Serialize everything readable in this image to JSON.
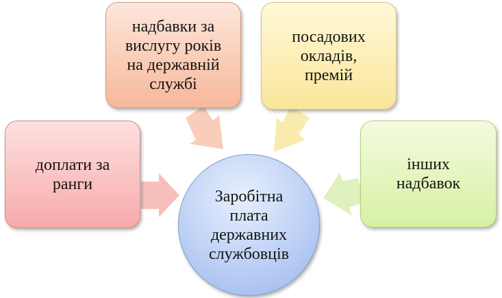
{
  "diagram": {
    "center": {
      "lines": [
        "Заробітна",
        "плата",
        "державних",
        "службовців"
      ],
      "color": "#b9cdf4"
    },
    "nodes": {
      "ranks": {
        "lines": [
          "доплати за",
          "ранги"
        ],
        "color": "#f8aaaa"
      },
      "service": {
        "lines": [
          "надбавки за",
          "вислугу років",
          "на державній",
          "службі"
        ],
        "color": "#f7b79a"
      },
      "salaries": {
        "lines": [
          "посадових",
          "окладів,",
          "премій"
        ],
        "color": "#fae69a"
      },
      "other": {
        "lines": [
          "інших",
          "надбавок"
        ],
        "color": "#d7f0a3"
      }
    },
    "arrow_colors": {
      "ranks": "#f6b4b0",
      "service": "#f8c4ad",
      "salaries": "#f8e8a0",
      "other": "#d9efb3"
    }
  }
}
